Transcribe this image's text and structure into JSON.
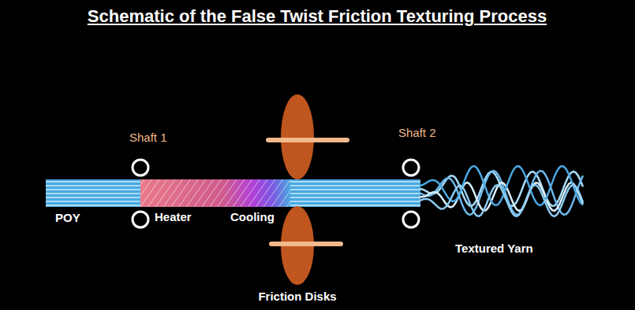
{
  "diagram": {
    "title": "Schematic of the False Twist Friction Texturing Process",
    "labels": [
      "Shaft 1",
      "Shaft 2",
      "POY",
      "Heater",
      "Cooling",
      "Friction Disks",
      "Textured Yarn"
    ]
  }
}
